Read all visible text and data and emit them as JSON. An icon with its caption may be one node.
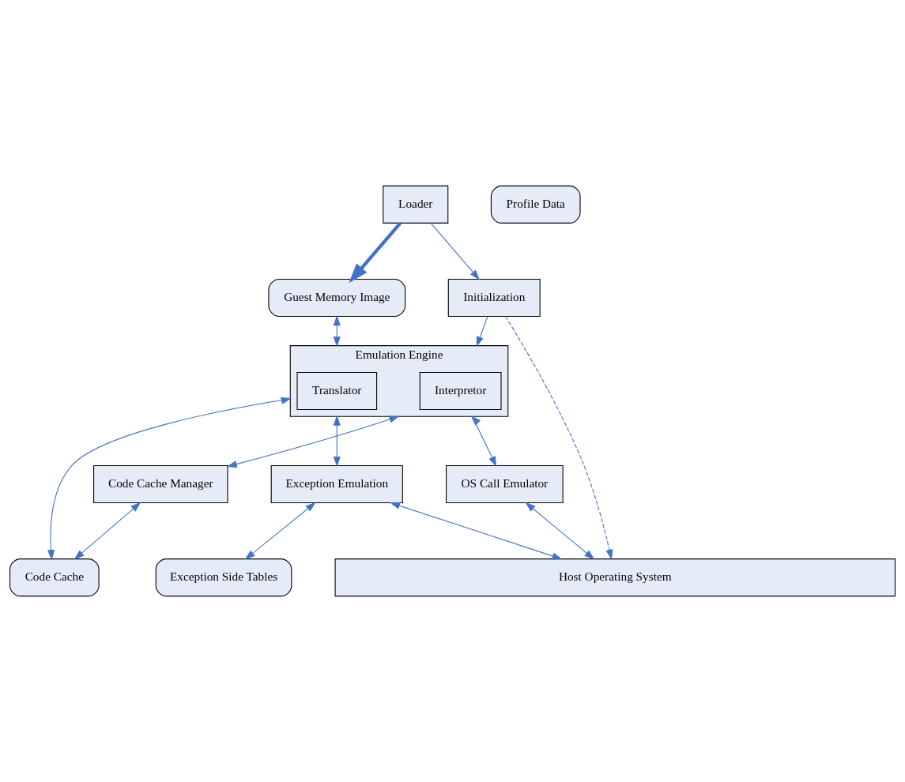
{
  "diagram": {
    "nodes": [
      {
        "text": [
          "Loader"
        ]
      },
      {
        "text": [
          "Guest Memory Image"
        ]
      },
      {
        "text": [
          "Initialization"
        ]
      },
      {
        "text": [
          "Emulation Engine"
        ]
      },
      {
        "text": [
          "Translator"
        ],
        "in": 3
      },
      {
        "text": [
          "Interpretor"
        ],
        "in": 3
      },
      {
        "text": [
          "Code Cache Manager"
        ]
      },
      {
        "text": [
          "Code Cache"
        ]
      },
      {
        "text": [
          "Profile Data"
        ]
      },
      {
        "text": [
          "OS Call Emulator"
        ]
      },
      {
        "text": [
          "Exception Emulation"
        ]
      },
      {
        "text": [
          "Exception Side Tables"
        ]
      },
      {
        "text": [
          "Host Operating System"
        ]
      }
    ],
    "edges": [
      {
        "from": 0,
        "to": 1,
        "arrow": "to",
        "style": "thick"
      },
      {
        "from": 0,
        "to": 2,
        "arrow": "to"
      },
      {
        "from": 1,
        "to": 3,
        "arrow": "both"
      },
      {
        "from": 2,
        "to": 3,
        "arrow": "to"
      },
      {
        "from": 3,
        "to": 7,
        "arrow": "both"
      },
      {
        "from": 3,
        "to": 6,
        "arrow": "both"
      },
      {
        "from": 6,
        "to": 7,
        "arrow": "both"
      },
      {
        "from": 3,
        "to": 9,
        "arrow": "both"
      },
      {
        "from": 3,
        "to": 10,
        "arrow": "both"
      },
      {
        "from": 10,
        "to": 11,
        "arrow": "both"
      },
      {
        "from": 9,
        "to": 12,
        "arrow": "both"
      },
      {
        "from": 10,
        "to": 12,
        "arrow": "both"
      },
      {
        "from": 2,
        "to": 12,
        "arrow": "to",
        "style": "dashed"
      }
    ]
  }
}
